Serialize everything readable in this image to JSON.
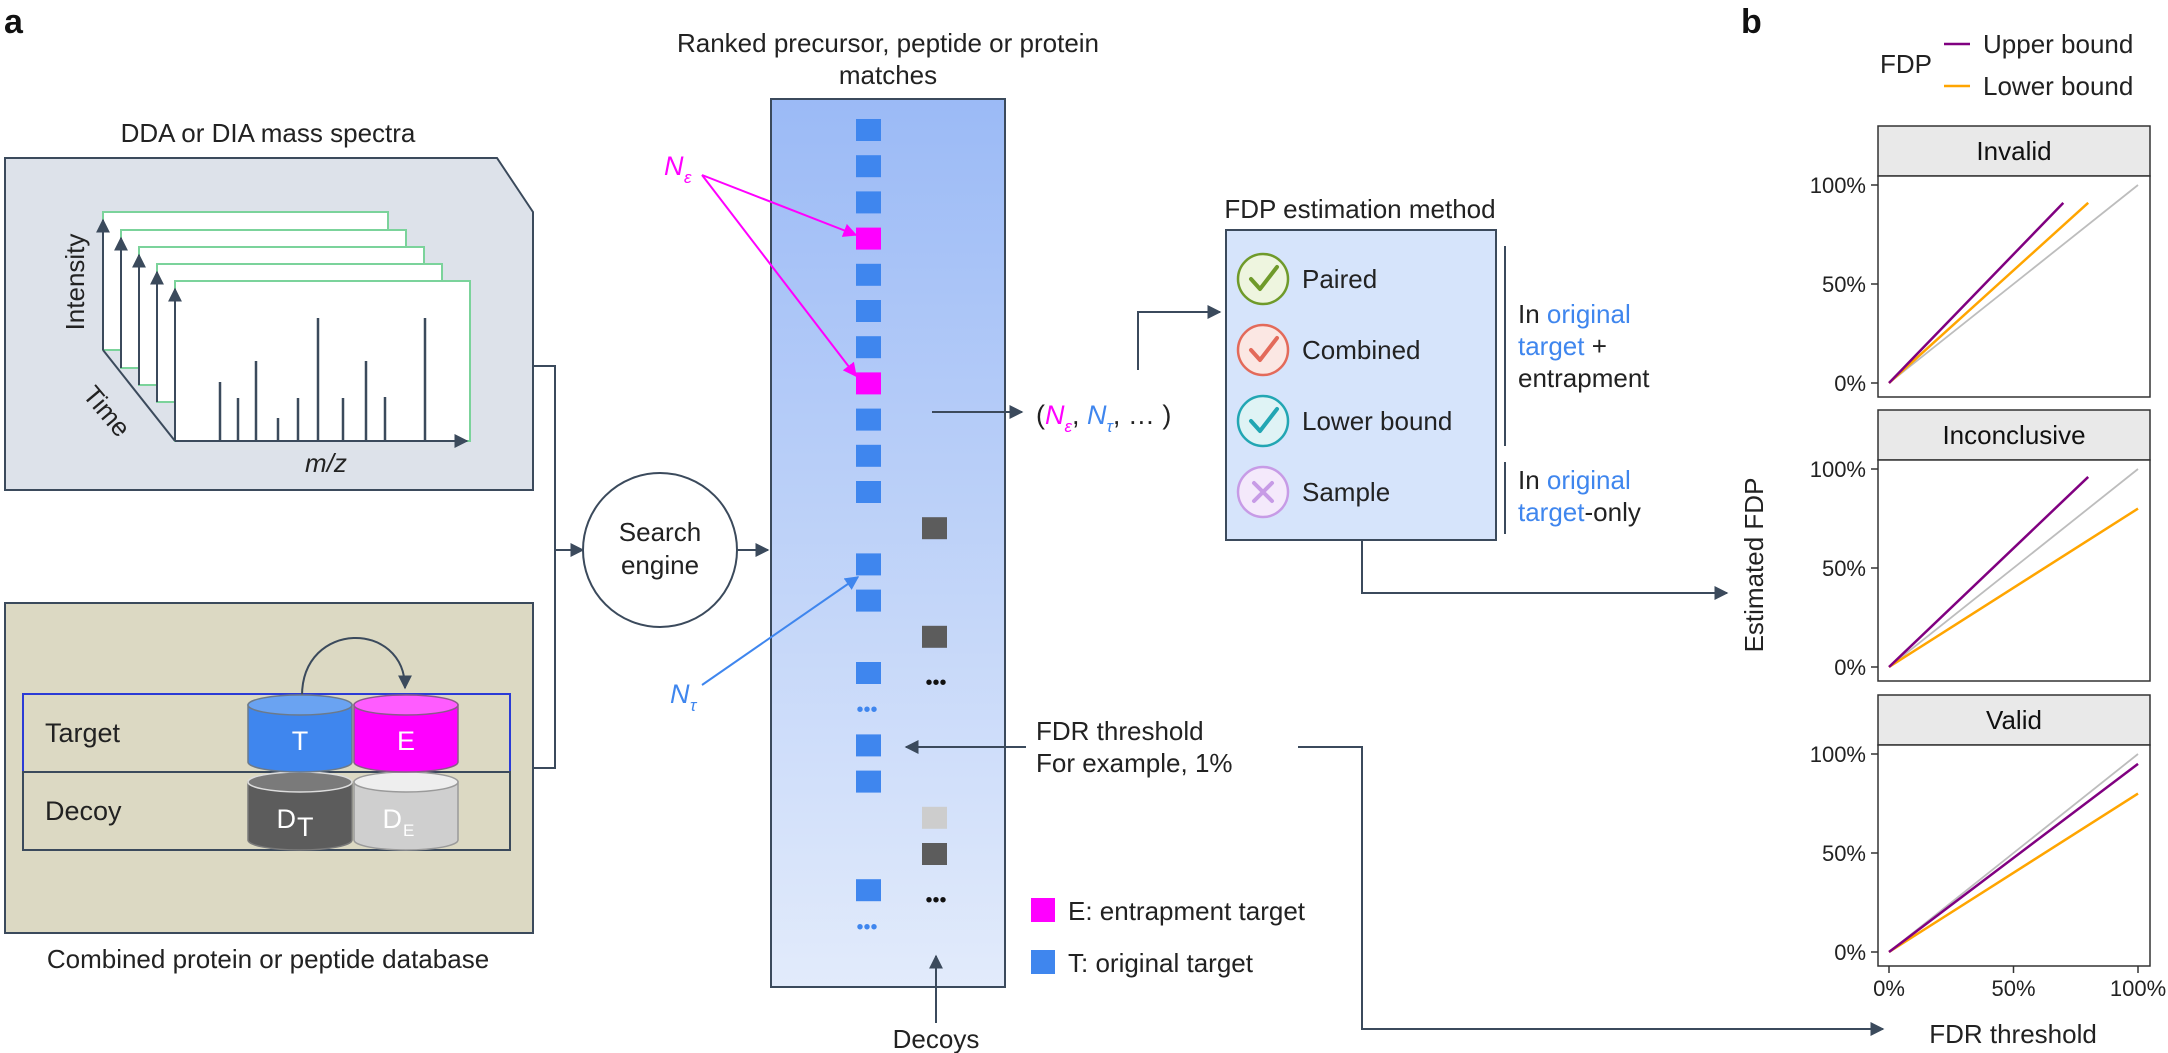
{
  "panel_labels": {
    "a": "a",
    "b": "b"
  },
  "spectra": {
    "title": "DDA or DIA mass spectra",
    "y_axis": "Intensity",
    "z_axis": "Time",
    "x_axis": "m/z"
  },
  "database": {
    "caption": "Combined protein or peptide database",
    "target_label": "Target",
    "decoy_label": "Decoy",
    "cyl_t": "T",
    "cyl_e": "E",
    "cyl_dt": "D",
    "cyl_dt_sub": "T",
    "cyl_de": "D",
    "cyl_de_sub": "E"
  },
  "search_engine": {
    "line1": "Search",
    "line2": "engine"
  },
  "matches": {
    "title_line1": "Ranked precursor, peptide or protein",
    "title_line2": "matches",
    "n_epsilon": "N",
    "n_epsilon_sub": "ε",
    "n_tau": "N",
    "n_tau_sub": "τ",
    "ellipsis": "•••",
    "decoys_label": "Decoys",
    "fdr_threshold_line1": "FDR threshold",
    "fdr_threshold_line2": "For example, 1%",
    "counts_text": {
      "open": "(",
      "n1": "N",
      "n1_sub": "ε",
      "comma1": ", ",
      "n2": "N",
      "n2_sub": "τ",
      "rest": ", … )"
    },
    "column": [
      {
        "kind": "T"
      },
      {
        "kind": "T"
      },
      {
        "kind": "T"
      },
      {
        "kind": "E"
      },
      {
        "kind": "T"
      },
      {
        "kind": "T"
      },
      {
        "kind": "T"
      },
      {
        "kind": "E"
      },
      {
        "kind": "T"
      },
      {
        "kind": "T"
      },
      {
        "kind": "T"
      },
      {
        "kind": "D"
      },
      {
        "kind": "T"
      },
      {
        "kind": "T"
      },
      {
        "kind": "D"
      },
      {
        "kind": "T"
      },
      {
        "kind": "dots"
      },
      {
        "kind": "T"
      },
      {
        "kind": "T"
      },
      {
        "kind": "DE"
      },
      {
        "kind": "D"
      },
      {
        "kind": "T"
      },
      {
        "kind": "dots"
      }
    ],
    "legend": [
      {
        "key": "E",
        "label": "E: entrapment target",
        "color": "#ff00ff"
      },
      {
        "key": "T",
        "label": "T: original target",
        "color": "#3f86ee"
      }
    ]
  },
  "fdp_methods": {
    "title": "FDP estimation method",
    "items": [
      {
        "label": "Paired",
        "icon": "check-icon",
        "color": "#6f9a2a",
        "fill": "#eef5df"
      },
      {
        "label": "Combined",
        "icon": "check-icon",
        "color": "#e36a5a",
        "fill": "#fbe7e3"
      },
      {
        "label": "Lower bound",
        "icon": "check-icon",
        "color": "#22a6b3",
        "fill": "#dff3f5"
      },
      {
        "label": "Sample",
        "icon": "cross-icon",
        "color": "#c79be6",
        "fill": "#f4e9fb"
      }
    ],
    "note1": {
      "l1_a": "In ",
      "l1_b": "original",
      "l2_a": "target",
      "l2_b": " +",
      "l3": "entrapment"
    },
    "note2": {
      "l1_a": "In ",
      "l1_b": "original",
      "l2_a": "target",
      "l2_b": "-only"
    }
  },
  "colors": {
    "target_blue": "#3f86ee",
    "entrapment_magenta": "#ff00ff",
    "decoy_dark": "#5c5c5c",
    "decoy_light": "#cdcdcd",
    "upper_bound": "#800080",
    "lower_bound": "#ffa500",
    "diagonal": "#bdbdbd",
    "arrow": "#3b4a5c"
  },
  "chart_data": [
    {
      "type": "line",
      "title": "Invalid",
      "xlabel": "FDR threshold",
      "ylabel": "Estimated FDP",
      "xlim": [
        0,
        100
      ],
      "ylim": [
        0,
        100
      ],
      "xticks": [
        "0%",
        "50%",
        "100%"
      ],
      "yticks": [
        "0%",
        "50%",
        "100%"
      ],
      "legend_title": "FDP",
      "legend_placement": "top-right",
      "series": [
        {
          "name": "Upper bound",
          "color": "#800080",
          "x": [
            0,
            70
          ],
          "y": [
            0,
            91
          ]
        },
        {
          "name": "Lower bound",
          "color": "#ffa500",
          "x": [
            0,
            80
          ],
          "y": [
            0,
            91
          ]
        },
        {
          "color": "#bdbdbd",
          "x": [
            0,
            100
          ],
          "y": [
            0,
            100
          ]
        }
      ]
    },
    {
      "type": "line",
      "title": "Inconclusive",
      "xlim": [
        0,
        100
      ],
      "ylim": [
        0,
        100
      ],
      "series": [
        {
          "name": "Upper bound",
          "color": "#800080",
          "x": [
            0,
            80
          ],
          "y": [
            0,
            96
          ]
        },
        {
          "name": "Lower bound",
          "color": "#ffa500",
          "x": [
            0,
            100
          ],
          "y": [
            0,
            80
          ]
        },
        {
          "color": "#bdbdbd",
          "x": [
            0,
            100
          ],
          "y": [
            0,
            100
          ]
        }
      ]
    },
    {
      "type": "line",
      "title": "Valid",
      "xlim": [
        0,
        100
      ],
      "ylim": [
        0,
        100
      ],
      "series": [
        {
          "name": "Upper bound",
          "color": "#800080",
          "x": [
            0,
            100
          ],
          "y": [
            0,
            95
          ]
        },
        {
          "name": "Lower bound",
          "color": "#ffa500",
          "x": [
            0,
            100
          ],
          "y": [
            0,
            80
          ]
        },
        {
          "color": "#bdbdbd",
          "x": [
            0,
            100
          ],
          "y": [
            0,
            100
          ]
        }
      ]
    }
  ]
}
